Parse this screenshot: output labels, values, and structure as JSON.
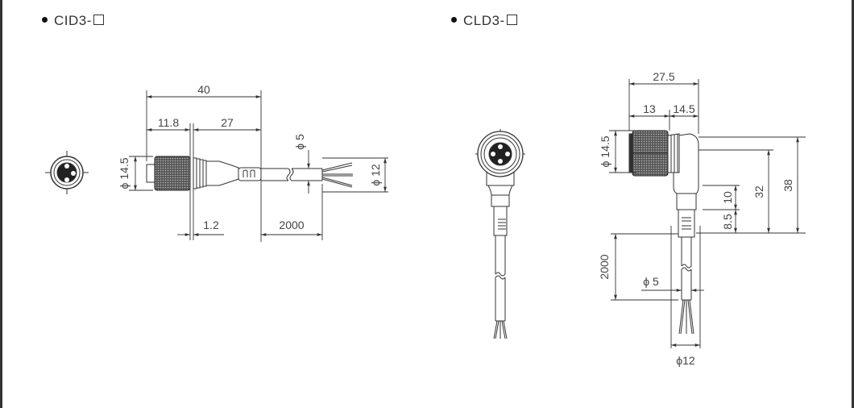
{
  "left_drawing": {
    "title": "CID3-",
    "title_suffix_symbol": "empty-box",
    "dimensions": {
      "overall_length": "40",
      "head_length": "11.8",
      "body_length": "27",
      "gap": "1.2",
      "cable_length": "2000",
      "head_diameter": "ϕ 14.5",
      "cable_diameter": "ϕ 5",
      "wire_spread_diameter": "ϕ 12"
    }
  },
  "right_drawing": {
    "title": "CLD3-",
    "title_suffix_symbol": "empty-box",
    "dimensions": {
      "overall_width": "27.5",
      "head_length": "13",
      "elbow_width": "14.5",
      "head_diameter": "ϕ 14.5",
      "boot_upper": "10",
      "boot_lower": "8.5",
      "height_to_center": "32",
      "overall_height": "38",
      "cable_length": "2000",
      "cable_diameter": "ϕ 5",
      "wire_spread_diameter": "ϕ12"
    }
  },
  "colors": {
    "line": "#333333",
    "text": "#444444",
    "knurl": "#3a3a3a",
    "background": "#ffffff"
  }
}
